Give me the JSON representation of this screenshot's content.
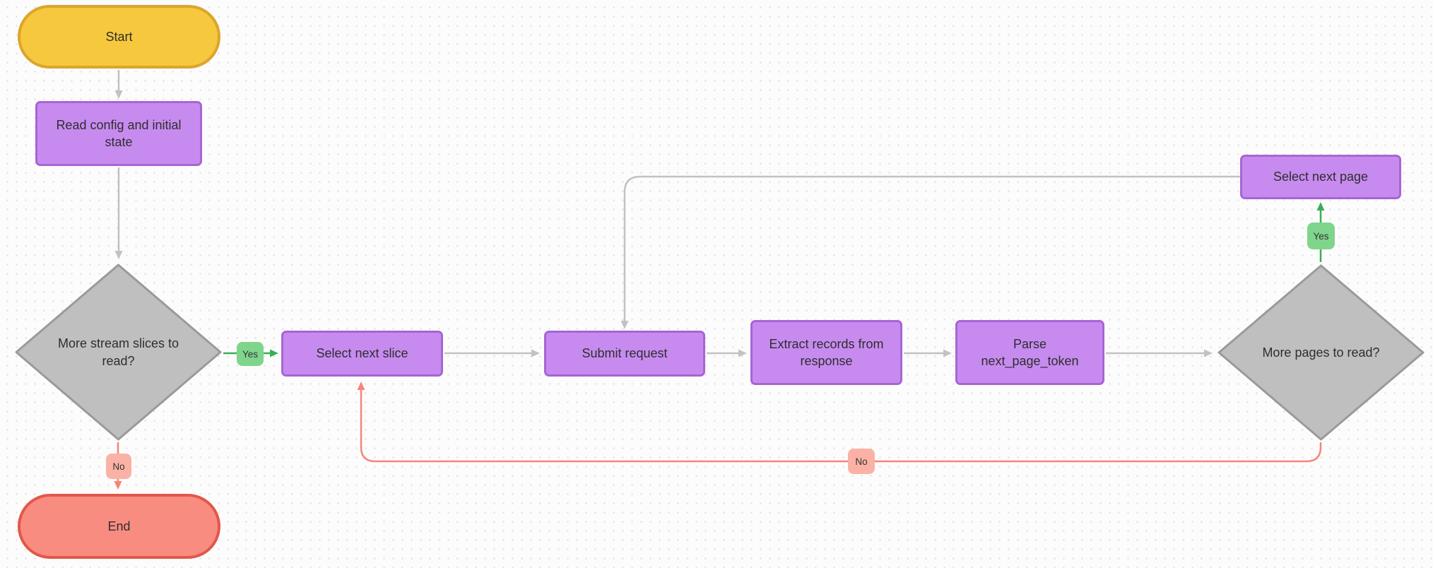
{
  "diagram": {
    "nodes": {
      "start": {
        "label": "Start",
        "shape": "terminal"
      },
      "read_config": {
        "label": "Read config and initial state",
        "shape": "process"
      },
      "more_slices": {
        "label": "More stream slices to read?",
        "shape": "decision"
      },
      "select_slice": {
        "label": "Select next slice",
        "shape": "process"
      },
      "submit_request": {
        "label": "Submit request",
        "shape": "process"
      },
      "extract_records": {
        "label": "Extract records from response",
        "shape": "process"
      },
      "parse_token": {
        "label": "Parse next_page_token",
        "shape": "process"
      },
      "more_pages": {
        "label": "More pages to read?",
        "shape": "decision"
      },
      "select_page": {
        "label": "Select next page",
        "shape": "process"
      },
      "end": {
        "label": "End",
        "shape": "terminal"
      }
    },
    "edge_labels": {
      "slices_yes": "Yes",
      "slices_no": "No",
      "pages_yes": "Yes",
      "pages_no": "No"
    },
    "palette": {
      "terminal_start_fill": "#F6C83D",
      "terminal_start_border": "#DCA52B",
      "terminal_end_fill": "#F98C81",
      "terminal_end_border": "#E2574B",
      "process_fill": "#C78BF0",
      "process_border": "#A765D4",
      "decision_fill": "#BFBFBF",
      "decision_border": "#9A9A9A",
      "edge_gray": "#C2C2C2",
      "edge_green": "#3BAD58",
      "edge_red": "#F8837A",
      "badge_yes_fill": "#7ED58B",
      "badge_no_fill": "#FBB2A6",
      "canvas_bg": "#FCFCFC",
      "grid_dot": "#DBDBDB"
    }
  }
}
